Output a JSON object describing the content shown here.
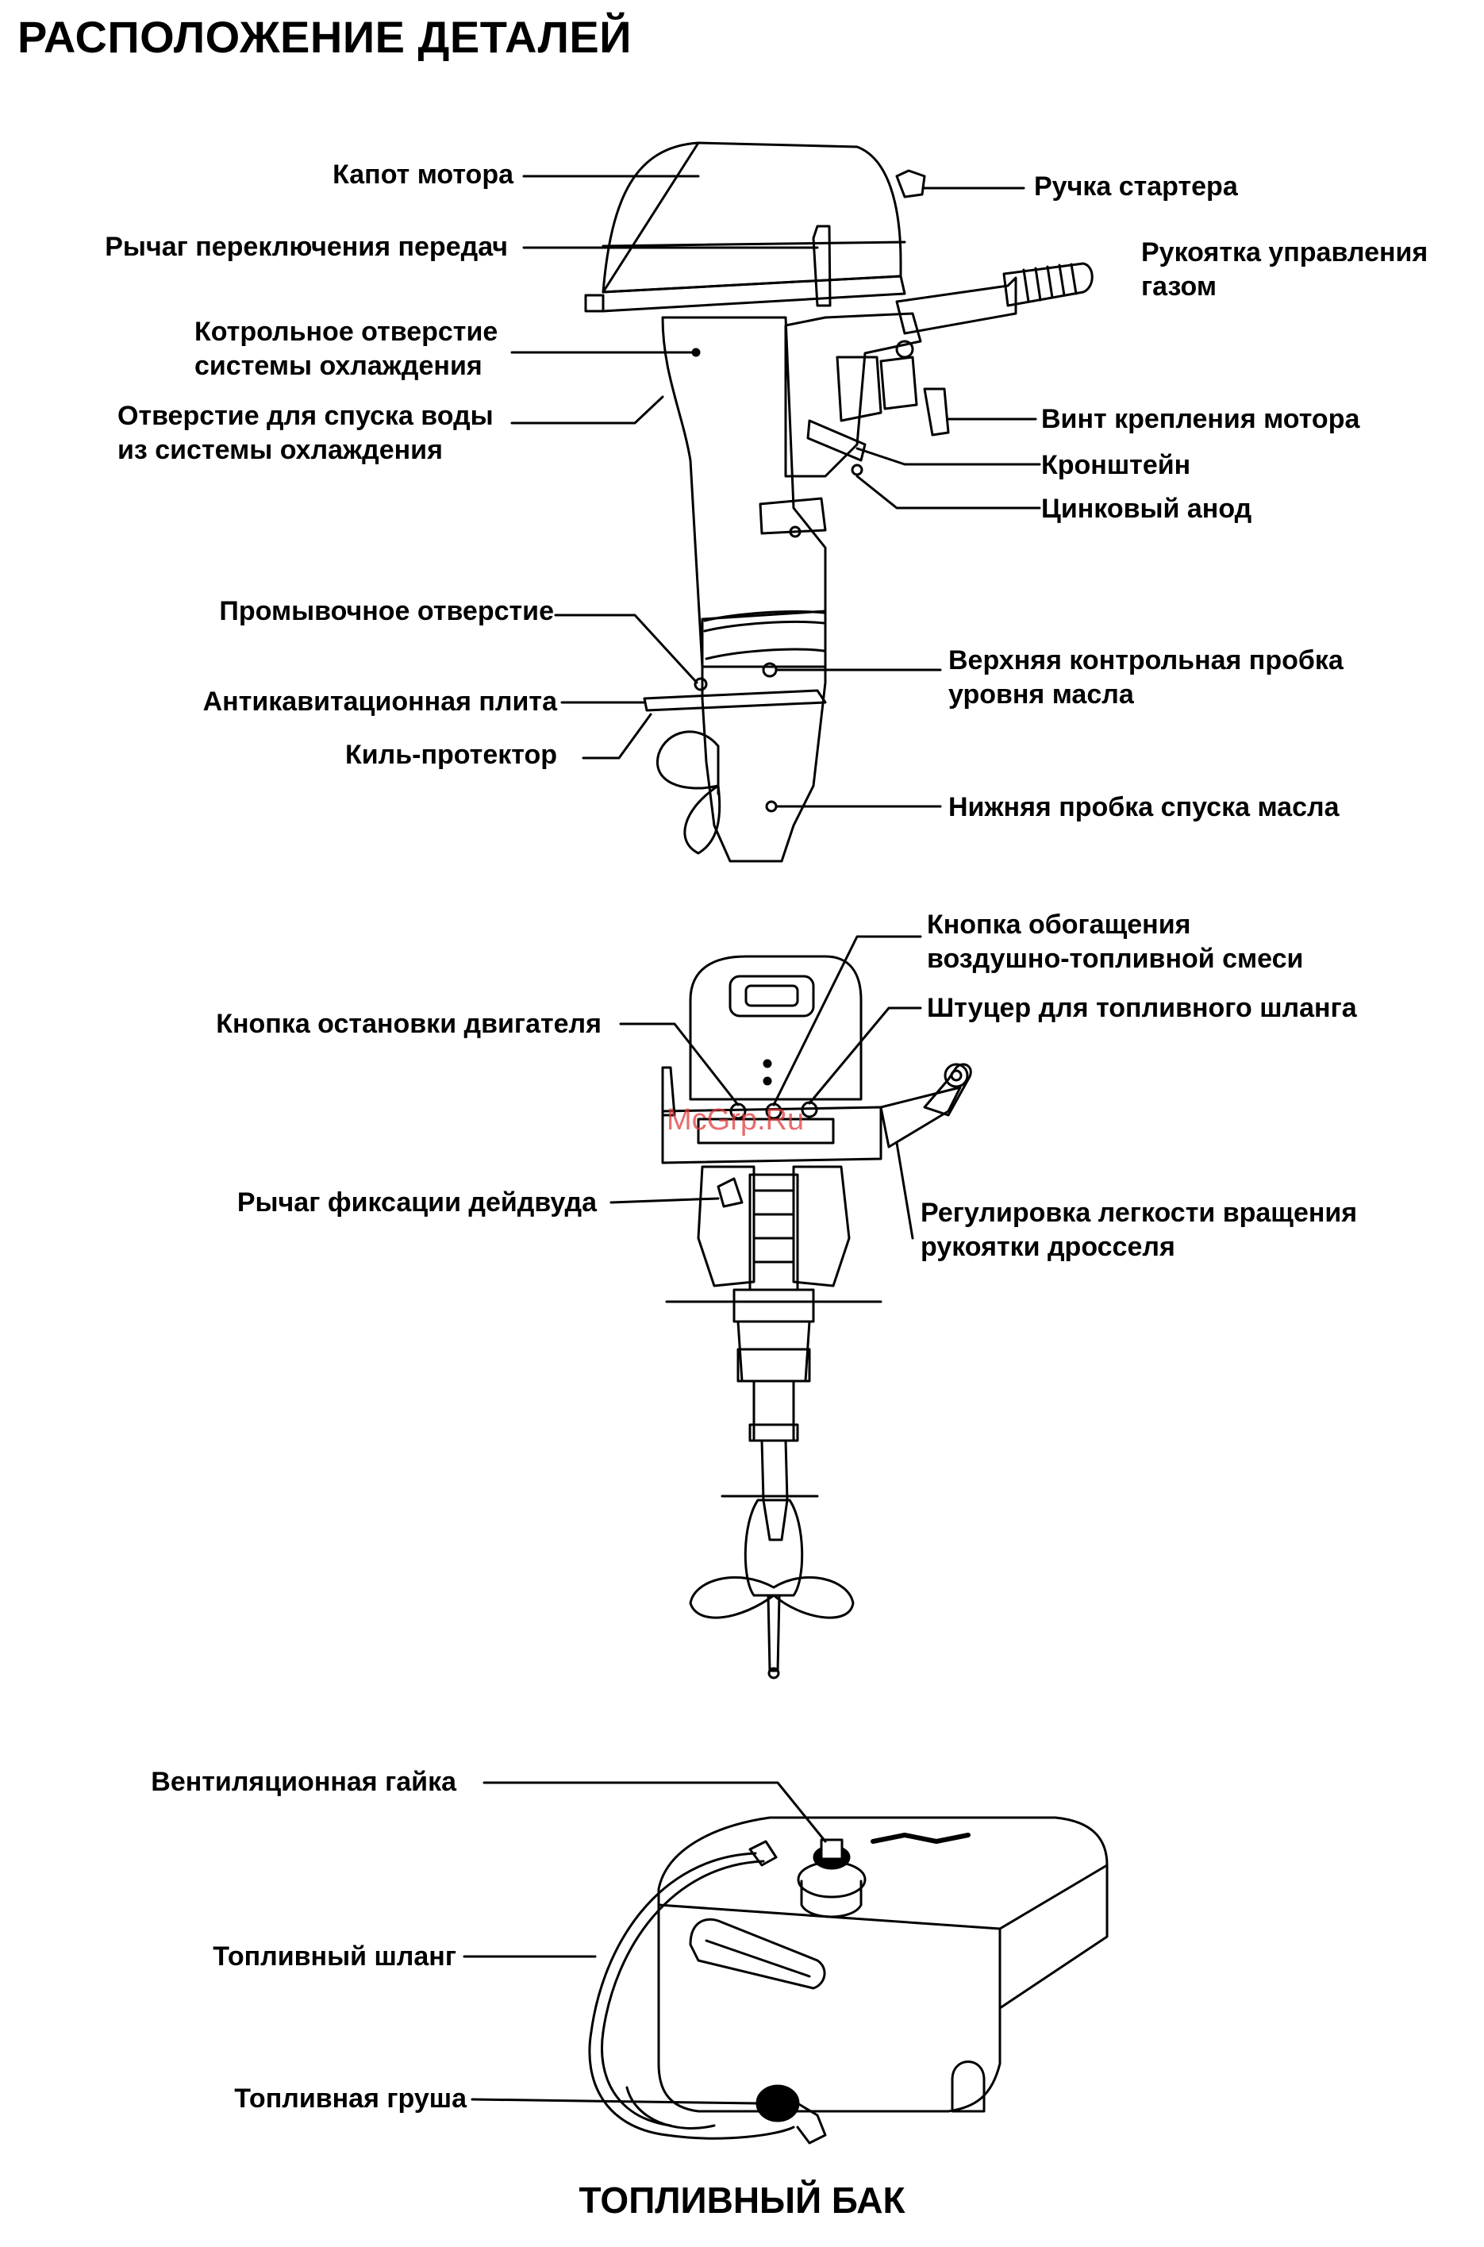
{
  "title": "РАСПОЛОЖЕНИЕ ДЕТАЛЕЙ",
  "watermark": "McGrp.Ru",
  "side_view": {
    "labels": {
      "hood": "Капот мотора",
      "gear_lever": "Рычаг переключения передач",
      "cooling_check_1": "Котрольное отверстие",
      "cooling_check_2": "системы охлаждения",
      "drain_1": "Отверстие для спуска воды",
      "drain_2": "из системы охлаждения",
      "flush": "Промывочное отверстие",
      "anticav": "Антикавитационная плита",
      "keel": "Киль-протектор",
      "starter": "Ручка стартера",
      "throttle_1": "Рукоятка управления",
      "throttle_2": "газом",
      "clamp_screw": "Винт крепления мотора",
      "bracket": "Кронштейн",
      "anode": "Цинковый анод",
      "oil_upper_1": "Верхняя контрольная пробка",
      "oil_upper_2": "уровня масла",
      "oil_lower": "Нижняя пробка спуска масла"
    }
  },
  "rear_view": {
    "labels": {
      "choke_1": "Кнопка обогащения",
      "choke_2": "воздушно-топливной смеси",
      "fuel_connector": "Штуцер для топливного шланга",
      "stop_button": "Кнопка остановки двигателя",
      "tilt_lock": "Рычаг фиксации дейдвуда",
      "throttle_friction_1": "Регулировка легкости вращения",
      "throttle_friction_2": "рукоятки дросселя"
    }
  },
  "tank_view": {
    "labels": {
      "vent": "Вентиляционная гайка",
      "hose": "Топливный шланг",
      "bulb": "Топливная груша"
    },
    "title": "ТОПЛИВНЫЙ БАК"
  }
}
